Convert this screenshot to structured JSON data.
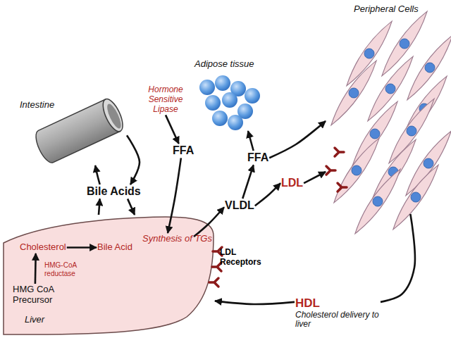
{
  "diagram": {
    "nodes": [
      {
        "text": [
          "Intestine"
        ]
      },
      {
        "text": [
          "Adipose tissue"
        ]
      },
      {
        "text": [
          "Peripheral Cells"
        ]
      },
      {
        "text": [
          "Hormone Sensitive Lipase"
        ]
      },
      {
        "text": [
          "FFA"
        ]
      },
      {
        "text": [
          "Bile Acids"
        ]
      },
      {
        "text": [
          "VLDL"
        ]
      },
      {
        "text": [
          "FFA"
        ]
      },
      {
        "text": [
          "LDL"
        ]
      },
      {
        "text": [
          "Liver"
        ]
      },
      {
        "text": [
          "Cholesterol"
        ],
        "in": 9
      },
      {
        "text": [
          "Bile Acid"
        ],
        "in": 9
      },
      {
        "text": [
          "HMG CoA Precursor"
        ],
        "in": 9
      },
      {
        "text": [
          "Synthesis of TGs"
        ],
        "in": 9
      },
      {
        "text": [
          "HDL",
          "Cholesterol delivery to liver"
        ]
      }
    ],
    "edges": [
      {
        "from": 0,
        "to": 5,
        "arrow": "to"
      },
      {
        "from": 5,
        "to": 0,
        "arrow": "to"
      },
      {
        "from": 5,
        "to": 9,
        "arrow": "to"
      },
      {
        "from": 9,
        "to": 5,
        "arrow": "to"
      },
      {
        "from": 3,
        "to": 4,
        "arrow": "to"
      },
      {
        "from": 4,
        "to": 13,
        "arrow": "to"
      },
      {
        "from": 13,
        "to": 6,
        "arrow": "to"
      },
      {
        "from": 6,
        "to": 7,
        "arrow": "to"
      },
      {
        "from": 7,
        "to": 1,
        "arrow": "to"
      },
      {
        "from": 7,
        "to": 2,
        "arrow": "to"
      },
      {
        "from": 6,
        "to": 8,
        "arrow": "to"
      },
      {
        "from": 8,
        "to": 2,
        "arrow": "to"
      },
      {
        "from": 2,
        "to": 14,
        "arrow": "none"
      },
      {
        "from": 14,
        "to": 9,
        "arrow": "to"
      },
      {
        "from": 12,
        "to": 10,
        "arrow": "to"
      },
      {
        "from": 10,
        "to": 11,
        "arrow": "to"
      }
    ],
    "labels": [
      "HMG-CoA reductase",
      "LDL Receptors"
    ]
  }
}
